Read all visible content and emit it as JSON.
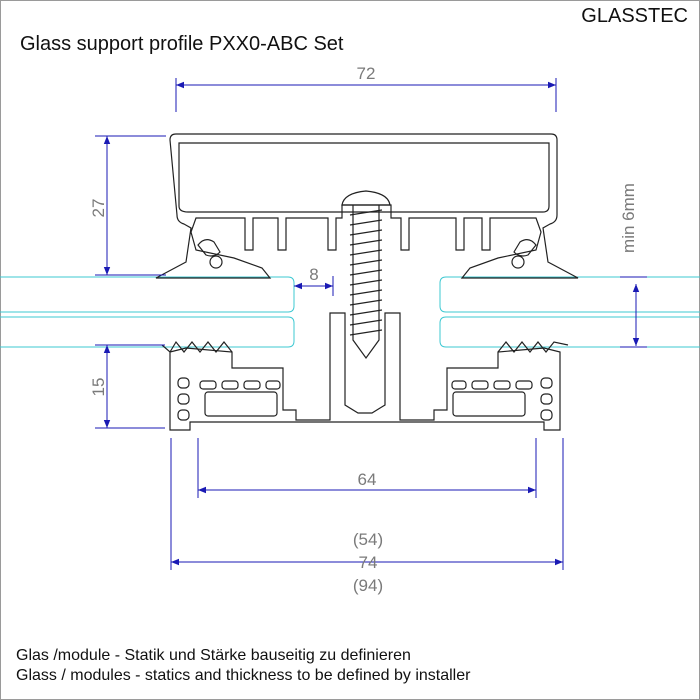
{
  "header": {
    "brand": "GLASSTEC",
    "title": "Glass support profile PXX0-ABC Set"
  },
  "dimensions": {
    "top_width": "72",
    "height_top": "27",
    "gap": "8",
    "min_thickness": "min 6mm",
    "height_bottom": "15",
    "inner_width": "64",
    "width_small": "(54)",
    "width_standard": "74",
    "width_large": "(94)"
  },
  "notes": {
    "german": "Glas /module - Statik und Stärke bauseitig zu definieren",
    "english": "Glass / modules - statics and thickness to be defined by installer"
  },
  "colors": {
    "dimension_line": "#1a1ab4",
    "glass_edge": "#3cc8d2",
    "profile_outline": "#222222",
    "dimension_text": "#7a7a7a"
  }
}
